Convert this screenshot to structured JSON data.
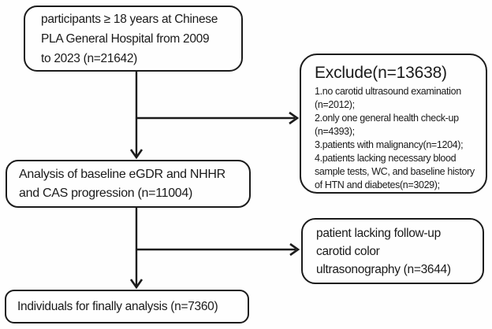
{
  "flowchart": {
    "colors": {
      "line": "#1b1b1b",
      "background": "#fefefe"
    },
    "boxes": {
      "participants": {
        "text": "participants ≥ 18 years at Chinese\nPLA General Hospital from 2009\nto 2023 (n=21642)"
      },
      "exclude": {
        "title": "Exclude(n=13638)",
        "items": [
          "1.no carotid ultrasound examination\n(n=2012);",
          "2.only one general health check-up\n(n=4393);",
          "3.patients with malignancy(n=1204);",
          "4.patients lacking necessary blood\nsample tests, WC, and baseline history\nof HTN and diabetes(n=3029);"
        ]
      },
      "analysis": {
        "text": "Analysis of baseline eGDR and NHHR\nand CAS progression (n=11004)"
      },
      "followup": {
        "text": "patient lacking follow-up\ncarotid color\nultrasonography (n=3644)"
      },
      "final": {
        "text": "Individuals for finally analysis (n=7360)"
      }
    }
  }
}
